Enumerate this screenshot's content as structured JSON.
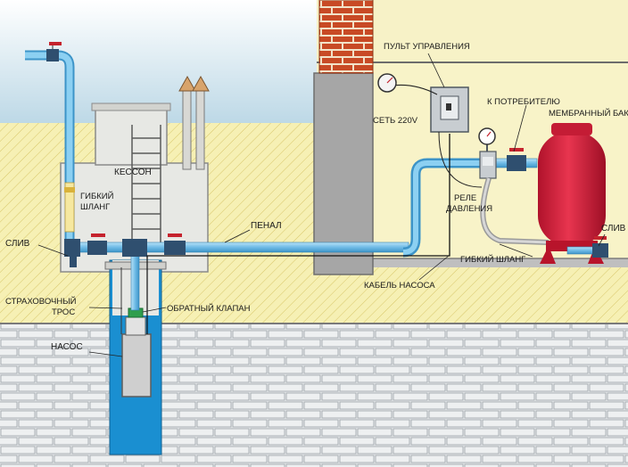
{
  "labels": {
    "kesson": "КЕССОН",
    "gibkiy_shlang_1": "ГИБКИЙ",
    "gibkiy_shlang_2": "ШЛАНГ",
    "sliv_left": "СЛИВ",
    "penal": "ПЕНАЛ",
    "strahovochny_1": "СТРАХОВОЧНЫЙ",
    "strahovochny_2": "ТРОС",
    "obratny_klapan": "ОБРАТНЫЙ КЛАПАН",
    "nasos": "НАСОС",
    "pult": "ПУЛЬТ УПРАВЛЕНИЯ",
    "set": "СЕТЬ 220V",
    "k_potrebitelyu": "К ПОТРЕБИТЕЛЮ",
    "membranny_bak": "МЕМБРАННЫЙ БАК",
    "rele_1": "РЕЛЕ",
    "rele_2": "ДАВЛЕНИЯ",
    "sliv_right": "СЛИВ",
    "gibkiy_shlang_right": "ГИБКИЙ ШЛАНГ",
    "kabel_nasosa": "КАБЕЛЬ НАСОСА"
  },
  "colors": {
    "sky": "#cfe3ef",
    "soil": "#f5efb2",
    "brick": "#e9ecee",
    "wall": "#9a9a9a",
    "pipe": "#7fc4ec",
    "water": "#1a8fd1",
    "tank": "#d21f3c",
    "chimney": "#c84a25"
  },
  "icons": {
    "valve": "red-handle-ball-valve",
    "gauge": "pressure-gauge-icon",
    "meter": "voltmeter-icon"
  }
}
